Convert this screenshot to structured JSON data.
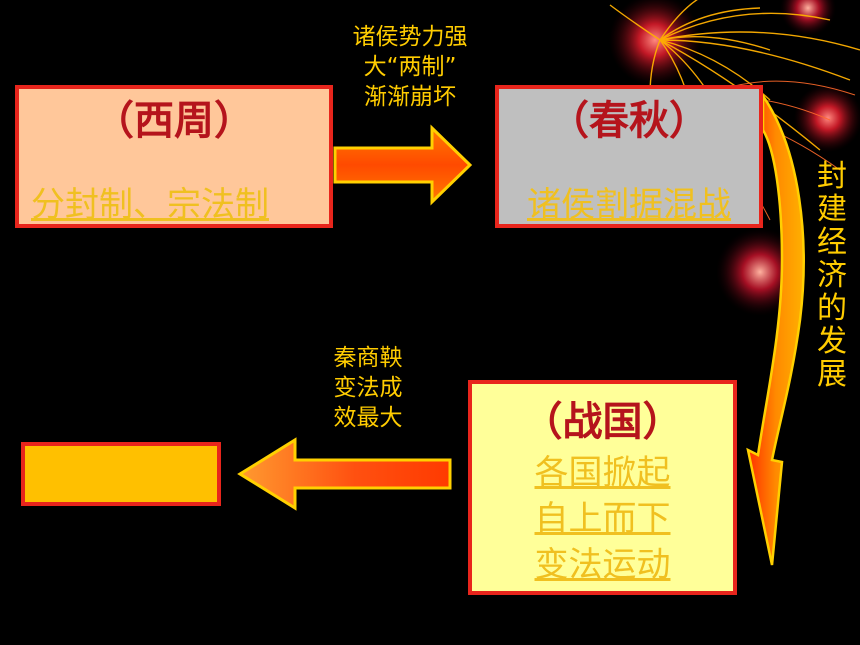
{
  "nodes": {
    "xizhou": {
      "title": "（西周）",
      "link": "分封制、宗法制"
    },
    "chunqiu": {
      "title": "（春秋）",
      "link": "诸侯割据混战"
    },
    "zhanguo": {
      "title": "（战国）",
      "links": [
        "各国掀起",
        "自上而下",
        "变法运动"
      ]
    },
    "result": {
      "text": ""
    }
  },
  "captions": {
    "top": "诸侯势力强\n大“两制”\n渐渐崩坏",
    "bottom": "秦商鞅\n变法成\n效最大",
    "side": "封建经济的发展"
  },
  "colors": {
    "background": "#000000",
    "box_border": "#e8251c",
    "title_text": "#b5141c",
    "link_text": "#f0c020",
    "caption_text": "#ffcc00",
    "xizhou_fill": "#ffc79a",
    "chunqiu_fill": "#bfbfbf",
    "zhanguo_fill": "#ffff99",
    "result_fill": "#ffc000"
  },
  "icons": {
    "arrow_right": "block-arrow-right",
    "arrow_left": "block-arrow-left",
    "arrow_down": "curved-arrow-down",
    "decoration": "firework-decoration"
  }
}
